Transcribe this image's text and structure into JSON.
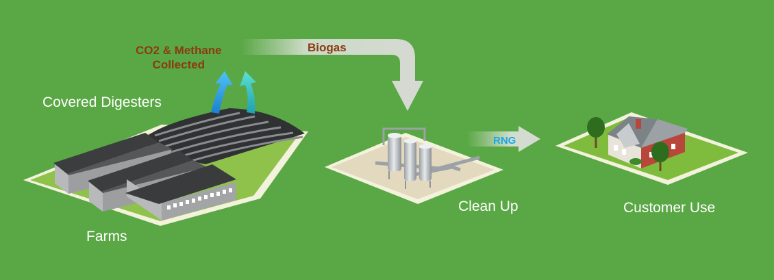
{
  "labels": {
    "co2_line1": "CO2 & Methane",
    "co2_line2": "Collected",
    "biogas": "Biogas",
    "covered_digesters": "Covered Digesters",
    "farms": "Farms",
    "rng": "RNG",
    "clean_up": "Clean Up",
    "customer_use": "Customer Use"
  },
  "colors": {
    "background": "#5aa845",
    "label_text": "#ffffff",
    "co2_biogas_text": "#8a3b12",
    "rng_text": "#1aa7e8",
    "flow_arrow": "#d9dcd6",
    "gas_arrow_blue": "#2aa8e6",
    "gas_arrow_teal": "#35c4c0"
  }
}
